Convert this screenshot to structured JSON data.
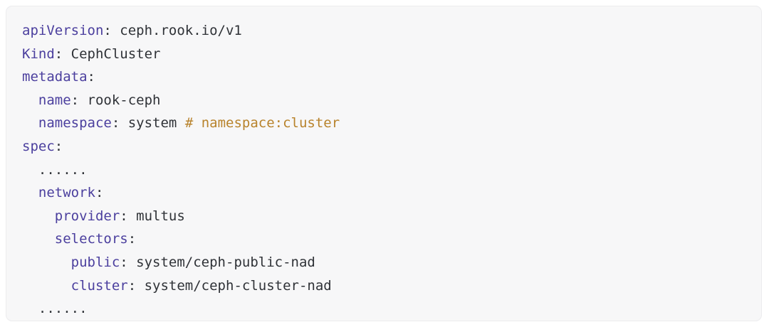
{
  "theme": {
    "page_background": "#ffffff",
    "card_background": "#f7f7f8",
    "card_border": "#ececee",
    "key_color": "#4b3f9e",
    "value_color": "#2f3237",
    "comment_color": "#b8832c"
  },
  "code": {
    "language": "yaml",
    "lines": [
      {
        "indent": "",
        "key": "apiVersion",
        "punct": ": ",
        "value": "ceph.rook.io/v1",
        "comment": ""
      },
      {
        "indent": "",
        "key": "Kind",
        "punct": ": ",
        "value": "CephCluster",
        "comment": ""
      },
      {
        "indent": "",
        "key": "metadata",
        "punct": ":",
        "value": "",
        "comment": ""
      },
      {
        "indent": "  ",
        "key": "name",
        "punct": ": ",
        "value": "rook-ceph",
        "comment": ""
      },
      {
        "indent": "  ",
        "key": "namespace",
        "punct": ": ",
        "value": "system ",
        "comment": "# namespace:cluster"
      },
      {
        "indent": "",
        "key": "spec",
        "punct": ":",
        "value": "",
        "comment": ""
      },
      {
        "indent": "  ",
        "key": "",
        "punct": "",
        "value": "......",
        "comment": ""
      },
      {
        "indent": "  ",
        "key": "network",
        "punct": ":",
        "value": "",
        "comment": ""
      },
      {
        "indent": "    ",
        "key": "provider",
        "punct": ": ",
        "value": "multus",
        "comment": ""
      },
      {
        "indent": "    ",
        "key": "selectors",
        "punct": ":",
        "value": "",
        "comment": ""
      },
      {
        "indent": "      ",
        "key": "public",
        "punct": ": ",
        "value": "system/ceph-public-nad",
        "comment": ""
      },
      {
        "indent": "      ",
        "key": "cluster",
        "punct": ": ",
        "value": "system/ceph-cluster-nad",
        "comment": ""
      },
      {
        "indent": "  ",
        "key": "",
        "punct": "",
        "value": "......",
        "comment": ""
      }
    ]
  }
}
